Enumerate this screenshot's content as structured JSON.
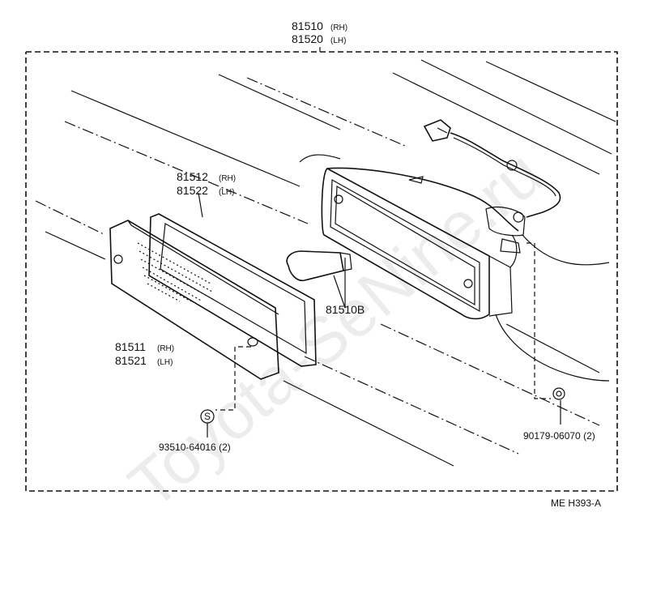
{
  "diagram": {
    "assembly": {
      "part_rh": "81510",
      "tag_rh": "(RH)",
      "part_lh": "81520",
      "tag_lh": "(LH)"
    },
    "gasket": {
      "part_rh": "81512",
      "tag_rh": "(RH)",
      "part_lh": "81522",
      "tag_lh": "(LH)"
    },
    "lens": {
      "part_rh": "81511",
      "tag_rh": "(RH)",
      "part_lh": "81521",
      "tag_lh": "(LH)"
    },
    "bulb": {
      "part": "81510B"
    },
    "screw": {
      "part": "93510-64016 (2)",
      "symbol": "S"
    },
    "nut": {
      "part": "90179-06070 (2)"
    },
    "footer": {
      "code": "ME  H393-A"
    },
    "watermark": {
      "text": "Toyota-SeNine.ru"
    }
  }
}
